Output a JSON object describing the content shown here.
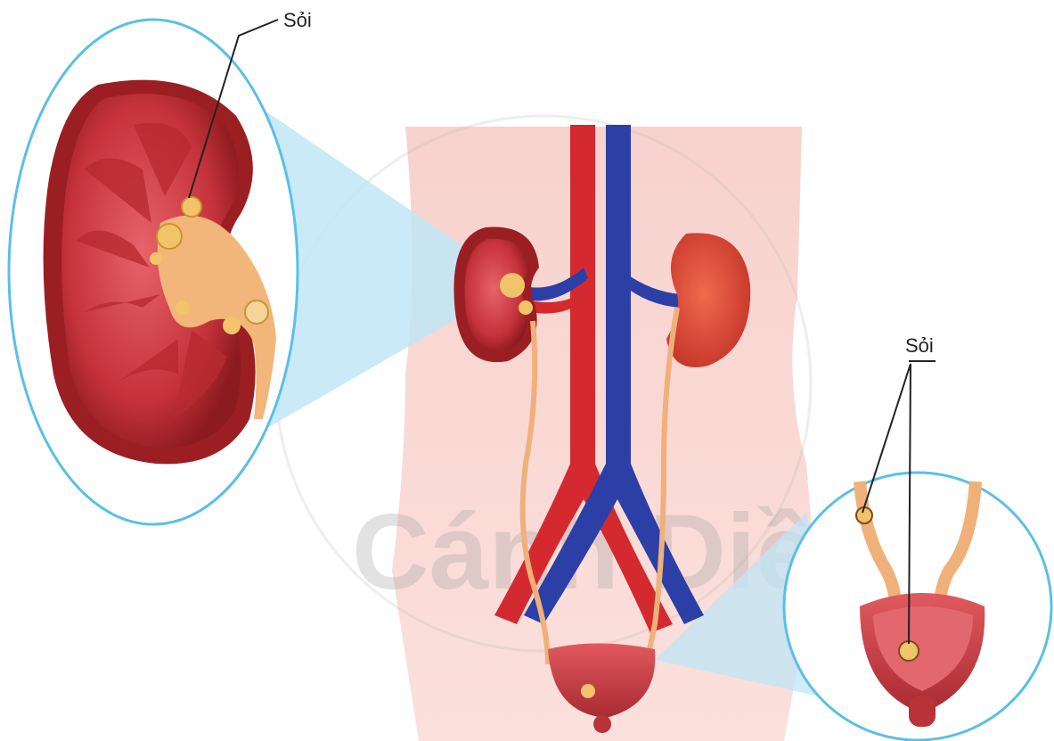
{
  "labels": {
    "kidney_stone": "Sỏi",
    "bladder_stone": "Sỏi"
  },
  "watermark": {
    "text": "Cánh Diều"
  },
  "colors": {
    "body": "#f9d6d2",
    "artery": "#d42a2f",
    "vein": "#2c3fa6",
    "kidney_outer": "#9b1f22",
    "kidney_inner": "#c8343a",
    "stone": "#f2c46a",
    "ureter": "#f0b07a",
    "callout_fill": "#bfe6f5",
    "callout_ring": "#5bbfe6",
    "bladder": "#c9444a"
  }
}
